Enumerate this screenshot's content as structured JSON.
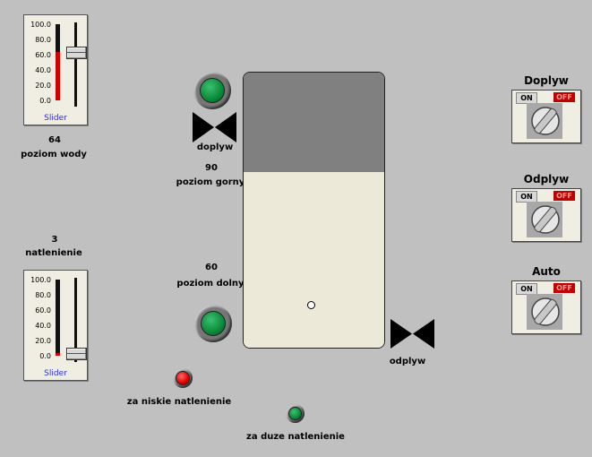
{
  "slider_water": {
    "ticks": [
      "100.0",
      "80.0",
      "60.0",
      "40.0",
      "20.0",
      "0.0"
    ],
    "caption": "Slider",
    "value_fraction": 0.64
  },
  "water_level": {
    "value": "64",
    "label": "poziom wody"
  },
  "aeration": {
    "value": "3",
    "label": "natlenienie"
  },
  "slider_aeration": {
    "ticks": [
      "100.0",
      "80.0",
      "60.0",
      "40.0",
      "20.0",
      "0.0"
    ],
    "caption": "Slider",
    "value_fraction": 0.03
  },
  "inlet": {
    "label": "doplyw"
  },
  "upper_level": {
    "value": "90",
    "label": "poziom gorny"
  },
  "lower_level": {
    "value": "60",
    "label": "poziom dolny"
  },
  "outlet": {
    "label": "odplyw"
  },
  "tank": {
    "fill_fraction": 0.64
  },
  "alarms": {
    "low": "za niskie natlenienie",
    "high": "za duze natlenienie"
  },
  "switches": [
    {
      "title": "Doplyw",
      "on": "ON",
      "off": "OFF"
    },
    {
      "title": "Odplyw",
      "on": "ON",
      "off": "OFF"
    },
    {
      "title": "Auto",
      "on": "ON",
      "off": "OFF"
    }
  ],
  "colors": {
    "lamp_green": "#0a8a3a",
    "lamp_red": "#e00000",
    "alarm_red": "#c00000"
  }
}
